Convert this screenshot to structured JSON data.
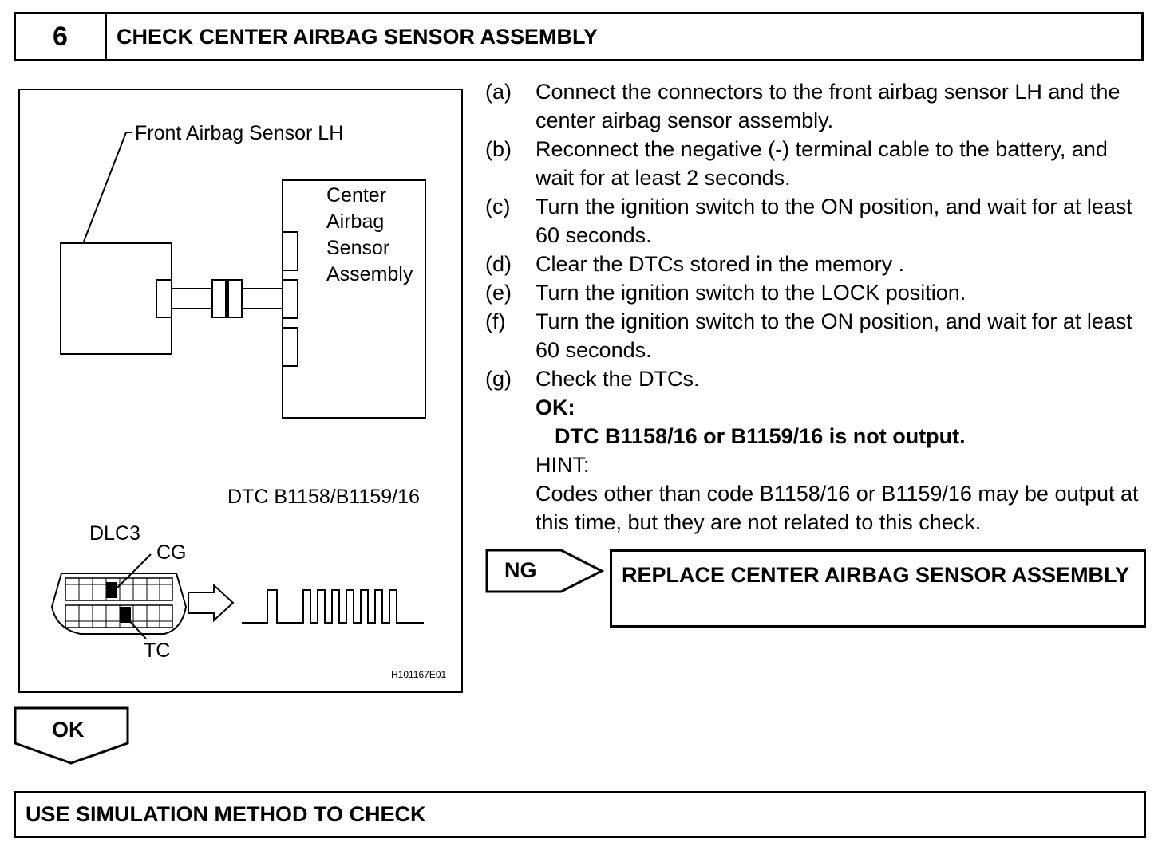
{
  "header": {
    "step_number": "6",
    "title": "CHECK CENTER AIRBAG SENSOR ASSEMBLY"
  },
  "figure": {
    "label_front_sensor": "Front Airbag Sensor LH",
    "label_center_1": "Center",
    "label_center_2": "Airbag",
    "label_center_3": "Sensor",
    "label_center_4": "Assembly",
    "label_dtc": "DTC B1158/B1159/16",
    "label_dlc3": "DLC3",
    "label_cg": "CG",
    "label_tc": "TC",
    "figure_id": "H101167E01"
  },
  "steps": [
    {
      "letter": "(a)",
      "text": "Connect the connectors to the front airbag sensor LH and the center airbag sensor assembly."
    },
    {
      "letter": "(b)",
      "text": "Reconnect the negative (-) terminal cable to the battery, and wait for at least 2 seconds."
    },
    {
      "letter": "(c)",
      "text": "Turn the ignition switch to the ON position, and wait for at least 60 seconds."
    },
    {
      "letter": "(d)",
      "text": "Clear the DTCs stored in the memory ."
    },
    {
      "letter": "(e)",
      "text": "Turn the ignition switch to the LOCK position."
    },
    {
      "letter": "(f)",
      "text": "Turn the ignition switch to the ON position, and wait for at least 60 seconds."
    },
    {
      "letter": "(g)",
      "text": "Check the DTCs."
    }
  ],
  "result": {
    "ok_label": "OK:",
    "ok_text": "DTC B1158/16 or B1159/16 is not output.",
    "hint_label": "HINT:",
    "hint_text": "Codes other than code B1158/16 or B1159/16 may be output at this time, but they are not related to this check."
  },
  "ng": {
    "label": "NG",
    "action": "REPLACE CENTER AIRBAG SENSOR ASSEMBLY"
  },
  "ok": {
    "label": "OK"
  },
  "next_step": {
    "text": "USE SIMULATION METHOD TO CHECK"
  }
}
